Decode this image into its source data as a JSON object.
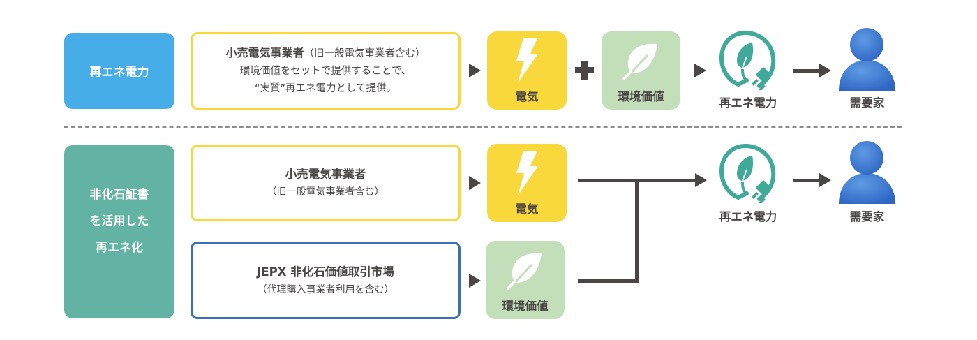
{
  "rows": {
    "top": {
      "category_label": "再エネ電力",
      "provider": {
        "title": "小売電気事業者",
        "title_note": "（旧一般電気事業者含む）",
        "line2": "環境価値をセットで提供することで、",
        "line3": "“実質”再エネ電力として提供。"
      },
      "electricity_tile_label": "電気",
      "operator_plus": "+",
      "environment_tile_label": "環境価値",
      "result_label": "再エネ電力",
      "consumer_label": "需要家"
    },
    "bottom": {
      "category_lines": [
        "非化石証書",
        "を活用した",
        "再エネ化"
      ],
      "provider_retail": {
        "title": "小売電気事業者",
        "subtitle": "（旧一般電気事業者含む）"
      },
      "provider_market": {
        "title": "JEPX 非化石価値取引市場",
        "subtitle": "（代理購入事業者利用を含む）"
      },
      "electricity_tile_label": "電気",
      "environment_tile_label": "環境価値",
      "result_label": "再エネ電力",
      "consumer_label": "需要家"
    }
  },
  "icons": {
    "electricity": "lightning-bolt-icon",
    "environment": "leaf-icon",
    "renewable": "leaf-plug-icon",
    "consumer": "person-icon"
  },
  "colors": {
    "top_category": "#46ade8",
    "bottom_category": "#62b3a4",
    "yellow": "#f8d83a",
    "green_tile": "#c3dfb9",
    "blue_border": "#3a70b8",
    "teal_icon": "#3fa99a",
    "person_blue": "#3b78d0",
    "arrow": "#4a4646"
  }
}
